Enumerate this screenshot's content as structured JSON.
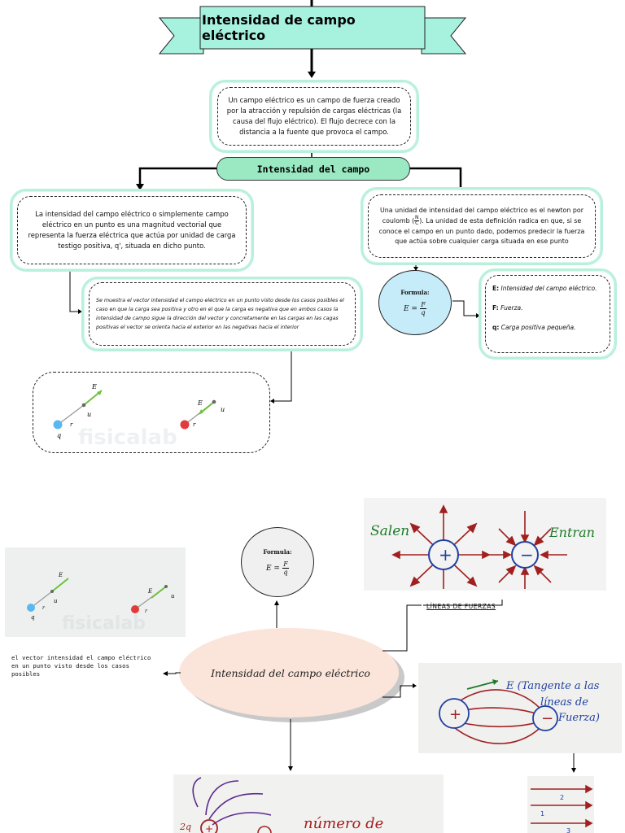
{
  "title": "Intensidad de campo eléctrico",
  "intro": {
    "text": "Un campo eléctrico es un campo de fuerza creado por la atracción y repulsión de cargas eléctricas (la causa del flujo eléctrico). El flujo decrece con la distancia a la fuente que provoca el campo."
  },
  "pill_label": "Intensidad del campo",
  "left_definition": {
    "text": "La intensidad del campo eléctrico o simplemente campo eléctrico en un punto es una magnitud vectorial que representa la fuerza eléctrica que actúa por unidad de carga testigo positiva, q', situada en dicho punto."
  },
  "right_unit": {
    "text_before": "Una unidad de intensidad del campo eléctrico es el newton por coulomb (",
    "unit_num": "N",
    "unit_den": "C",
    "text_after": "). La unidad de esta definición radica en que, si se conoce el campo en un punto dado, podemos predecir la fuerza que actúa sobre cualquier carga situada en ese punto"
  },
  "vector_note": {
    "text": "Se muestra el vector intensidad el campo eléctrico en un punto visto desde los casos posibles el caso en que la carga sea positiva y otro en el que la carga es negativa que en ambos casos la intensidad de campo sigue la dirección del vector y concretamente en las cargas en las cagas positivas el vector se orienta hacia el exterior en las negativas hacia el interior"
  },
  "formula": {
    "label": "Formula:",
    "lhs": "E =",
    "num": "F",
    "den": "q"
  },
  "definitions": [
    {
      "symbol": "E:",
      "text": "Intensidad del campo eléctrico."
    },
    {
      "symbol": "F:",
      "text": "Fuerza."
    },
    {
      "symbol": "q:",
      "text": "Carga positiva pequeña."
    }
  ],
  "vector_figure": {
    "labels": {
      "E": "E",
      "ur": "u",
      "ur_sub": "r",
      "r": "r",
      "q": "q"
    },
    "watermark": "fisicalab"
  },
  "mindmap": {
    "center_label": "Intensidad del campo eléctrico",
    "formula": {
      "label": "Formula:",
      "lhs": "E =",
      "num": "F",
      "den": "q"
    },
    "left_note": "el vector intensidad el campo eléctrico en un punto visto desde los casos posibles",
    "field_lines_label": "LÍNEAS DE FUERZAS",
    "lines_photo": {
      "out_label": "Salen",
      "in_label": "Entran",
      "plus": "+",
      "minus": "−"
    },
    "tangent_photo": {
      "text_line1": "E (Tangente a las",
      "text_line2": "líneas de",
      "text_line3": "Fuerza)",
      "plus": "+",
      "minus": "−"
    },
    "count_photo": {
      "text": "número de",
      "charge": "2q"
    },
    "uniform_photo": {
      "labels": [
        "2",
        "1",
        "3"
      ]
    }
  },
  "colors": {
    "mint": "#b9f0dc",
    "pill": "#9ae9c2",
    "formula_circle": "#c6ecfa",
    "banner_fill": "#a7f2df",
    "marker_red": "#a02020",
    "marker_blue": "#2140a0"
  }
}
